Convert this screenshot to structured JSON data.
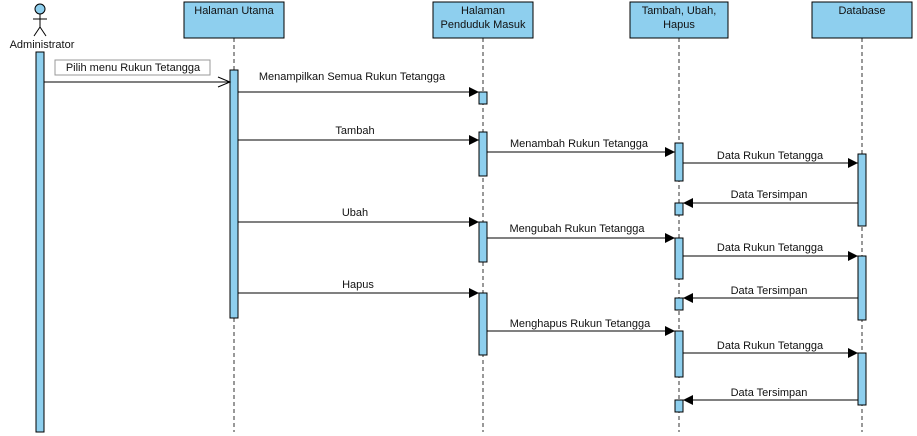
{
  "colors": {
    "participant_fill": "#8ecfee",
    "activation_fill": "#8ecfee",
    "line": "#000000",
    "lifeline": "#333333",
    "note_border": "#999999"
  },
  "actor": {
    "label": "Administrator"
  },
  "participants": [
    {
      "id": "halaman-utama",
      "lines": [
        "Halaman Utama"
      ]
    },
    {
      "id": "halaman-penduduk-masuk",
      "lines": [
        "Halaman",
        "Penduduk Masuk"
      ]
    },
    {
      "id": "tambah-ubah-hapus",
      "lines": [
        "Tambah, Ubah,",
        "Hapus"
      ]
    },
    {
      "id": "database",
      "lines": [
        "Database"
      ]
    }
  ],
  "messages": [
    {
      "label": "Pilih menu Rukun Tetangga"
    },
    {
      "label": "Menampilkan Semua Rukun Tetangga"
    },
    {
      "label": "Tambah"
    },
    {
      "label": "Menambah Rukun Tetangga"
    },
    {
      "label": "Data Rukun Tetangga"
    },
    {
      "label": "Data Tersimpan"
    },
    {
      "label": "Ubah"
    },
    {
      "label": "Mengubah Rukun Tetangga"
    },
    {
      "label": "Data Rukun Tetangga"
    },
    {
      "label": "Hapus"
    },
    {
      "label": "Data Tersimpan"
    },
    {
      "label": "Menghapus Rukun Tetangga"
    },
    {
      "label": "Data Rukun Tetangga"
    },
    {
      "label": "Data Tersimpan"
    }
  ]
}
